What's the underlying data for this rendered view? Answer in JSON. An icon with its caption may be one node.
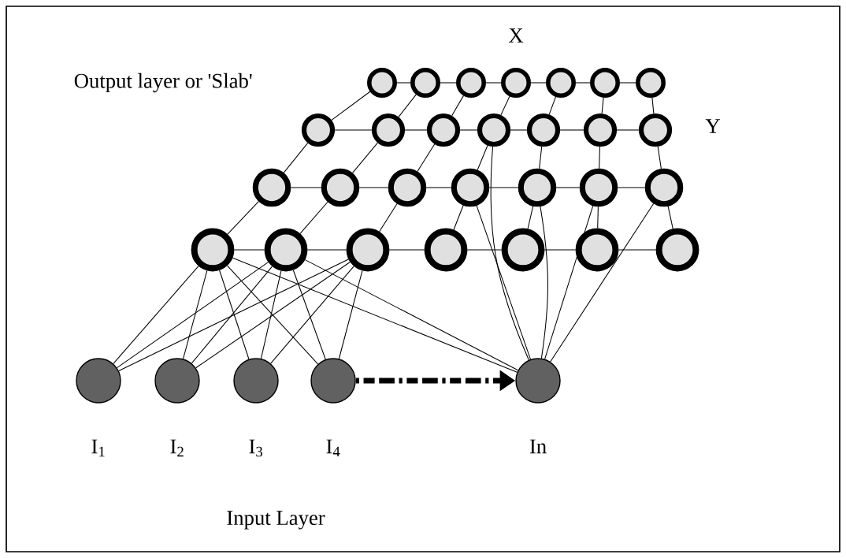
{
  "diagram": {
    "nodes": [
      {
        "text": [],
        "shape": "circle"
      },
      {
        "text": [],
        "shape": "circle"
      },
      {
        "text": [],
        "shape": "circle"
      },
      {
        "text": [],
        "shape": "circle"
      },
      {
        "text": [],
        "shape": "circle"
      },
      {
        "text": [],
        "shape": "circle"
      },
      {
        "text": [],
        "shape": "circle"
      },
      {
        "text": [],
        "shape": "circle"
      },
      {
        "text": [],
        "shape": "circle"
      },
      {
        "text": [],
        "shape": "circle"
      },
      {
        "text": [],
        "shape": "circle"
      },
      {
        "text": [],
        "shape": "circle"
      },
      {
        "text": [],
        "shape": "circle"
      },
      {
        "text": [],
        "shape": "circle"
      },
      {
        "text": [],
        "shape": "circle"
      },
      {
        "text": [],
        "shape": "circle"
      },
      {
        "text": [],
        "shape": "circle"
      },
      {
        "text": [],
        "shape": "circle"
      },
      {
        "text": [],
        "shape": "circle"
      },
      {
        "text": [],
        "shape": "circle"
      },
      {
        "text": [],
        "shape": "circle"
      },
      {
        "text": [],
        "shape": "circle"
      },
      {
        "text": [],
        "shape": "circle"
      },
      {
        "text": [],
        "shape": "circle"
      },
      {
        "text": [],
        "shape": "circle"
      },
      {
        "text": [],
        "shape": "circle"
      },
      {
        "text": [],
        "shape": "circle"
      },
      {
        "text": [],
        "shape": "circle"
      },
      {
        "text": [],
        "shape": "circle",
        "beside": [
          "I$_{1}$"
        ]
      },
      {
        "text": [],
        "shape": "circle",
        "beside": [
          "I$_{2}$"
        ]
      },
      {
        "text": [],
        "shape": "circle",
        "beside": [
          "I$_{3}$"
        ]
      },
      {
        "text": [],
        "shape": "circle",
        "beside": [
          "I$_{4}$"
        ]
      },
      {
        "text": [],
        "shape": "circle",
        "beside": [
          "In"
        ]
      }
    ],
    "edges": [
      {
        "from": 0,
        "to": 1,
        "arrow": "none"
      },
      {
        "from": 1,
        "to": 2,
        "arrow": "none"
      },
      {
        "from": 2,
        "to": 3,
        "arrow": "none"
      },
      {
        "from": 3,
        "to": 4,
        "arrow": "none"
      },
      {
        "from": 4,
        "to": 5,
        "arrow": "none"
      },
      {
        "from": 5,
        "to": 6,
        "arrow": "none"
      },
      {
        "from": 7,
        "to": 8,
        "arrow": "none"
      },
      {
        "from": 8,
        "to": 9,
        "arrow": "none"
      },
      {
        "from": 9,
        "to": 10,
        "arrow": "none"
      },
      {
        "from": 10,
        "to": 11,
        "arrow": "none"
      },
      {
        "from": 11,
        "to": 12,
        "arrow": "none"
      },
      {
        "from": 12,
        "to": 13,
        "arrow": "none"
      },
      {
        "from": 14,
        "to": 15,
        "arrow": "none"
      },
      {
        "from": 15,
        "to": 16,
        "arrow": "none"
      },
      {
        "from": 16,
        "to": 17,
        "arrow": "none"
      },
      {
        "from": 17,
        "to": 18,
        "arrow": "none"
      },
      {
        "from": 18,
        "to": 19,
        "arrow": "none"
      },
      {
        "from": 19,
        "to": 20,
        "arrow": "none"
      },
      {
        "from": 21,
        "to": 22,
        "arrow": "none"
      },
      {
        "from": 22,
        "to": 23,
        "arrow": "none"
      },
      {
        "from": 23,
        "to": 24,
        "arrow": "none"
      },
      {
        "from": 24,
        "to": 25,
        "arrow": "none"
      },
      {
        "from": 25,
        "to": 26,
        "arrow": "none"
      },
      {
        "from": 26,
        "to": 27,
        "arrow": "none"
      },
      {
        "from": 0,
        "to": 7,
        "arrow": "none"
      },
      {
        "from": 1,
        "to": 8,
        "arrow": "none"
      },
      {
        "from": 2,
        "to": 9,
        "arrow": "none"
      },
      {
        "from": 3,
        "to": 10,
        "arrow": "none"
      },
      {
        "from": 4,
        "to": 11,
        "arrow": "none"
      },
      {
        "from": 5,
        "to": 12,
        "arrow": "none"
      },
      {
        "from": 6,
        "to": 13,
        "arrow": "none"
      },
      {
        "from": 7,
        "to": 14,
        "arrow": "none"
      },
      {
        "from": 8,
        "to": 15,
        "arrow": "none"
      },
      {
        "from": 9,
        "to": 16,
        "arrow": "none"
      },
      {
        "from": 10,
        "to": 17,
        "arrow": "none"
      },
      {
        "from": 11,
        "to": 18,
        "arrow": "none"
      },
      {
        "from": 12,
        "to": 19,
        "arrow": "none"
      },
      {
        "from": 13,
        "to": 20,
        "arrow": "none"
      },
      {
        "from": 14,
        "to": 21,
        "arrow": "none"
      },
      {
        "from": 15,
        "to": 22,
        "arrow": "none"
      },
      {
        "from": 16,
        "to": 23,
        "arrow": "none"
      },
      {
        "from": 17,
        "to": 24,
        "arrow": "none"
      },
      {
        "from": 18,
        "to": 25,
        "arrow": "none"
      },
      {
        "from": 19,
        "to": 26,
        "arrow": "none"
      },
      {
        "from": 20,
        "to": 27,
        "arrow": "none"
      },
      {
        "from": 28,
        "to": 21,
        "arrow": "none"
      },
      {
        "from": 28,
        "to": 22,
        "arrow": "none"
      },
      {
        "from": 28,
        "to": 23,
        "arrow": "none"
      },
      {
        "from": 29,
        "to": 21,
        "arrow": "none"
      },
      {
        "from": 29,
        "to": 22,
        "arrow": "none"
      },
      {
        "from": 29,
        "to": 23,
        "arrow": "none"
      },
      {
        "from": 30,
        "to": 21,
        "arrow": "none"
      },
      {
        "from": 30,
        "to": 22,
        "arrow": "none"
      },
      {
        "from": 30,
        "to": 23,
        "arrow": "none"
      },
      {
        "from": 31,
        "to": 21,
        "arrow": "none"
      },
      {
        "from": 31,
        "to": 22,
        "arrow": "none"
      },
      {
        "from": 31,
        "to": 23,
        "arrow": "none"
      },
      {
        "from": 32,
        "to": 21,
        "arrow": "none"
      },
      {
        "from": 32,
        "to": 22,
        "arrow": "none"
      },
      {
        "from": 32,
        "to": 17,
        "arrow": "none"
      },
      {
        "from": 32,
        "to": 10,
        "arrow": "none"
      },
      {
        "from": 32,
        "to": 18,
        "arrow": "none"
      },
      {
        "from": 32,
        "to": 19,
        "arrow": "none"
      },
      {
        "from": 32,
        "to": 20,
        "arrow": "none"
      },
      {
        "from": 31,
        "to": 32,
        "arrow": "to",
        "style": "dashed"
      }
    ],
    "labels": [
      "X",
      "Output layer or 'Slab'",
      "Y",
      "Input Layer"
    ]
  }
}
